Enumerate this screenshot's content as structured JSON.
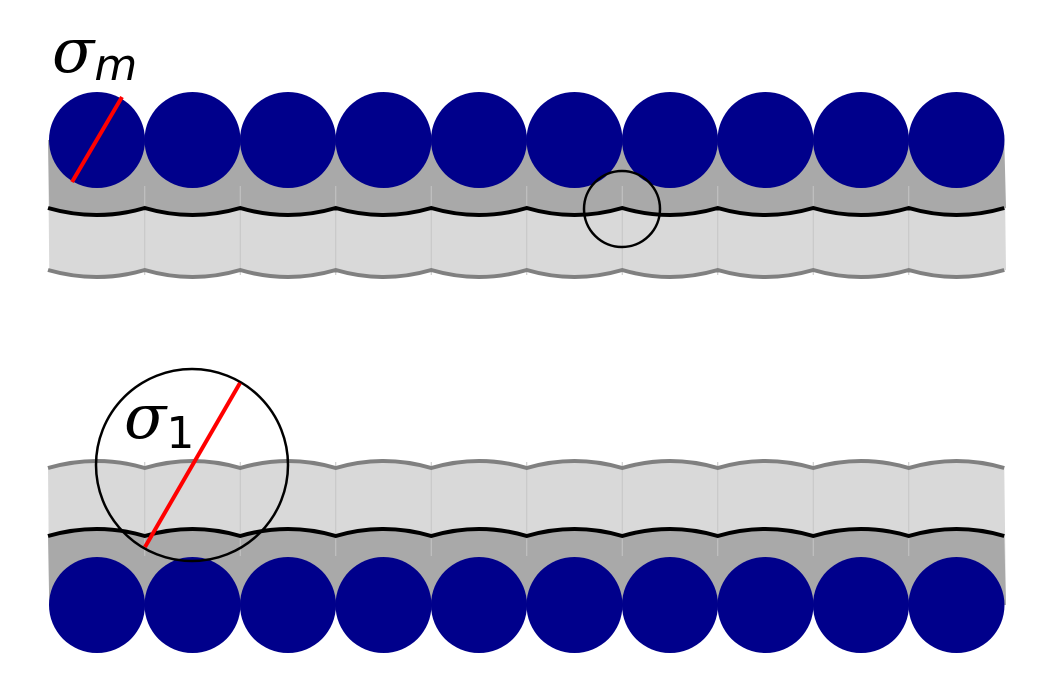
{
  "labels": {
    "sigma_m": {
      "symbol": "σ",
      "subscript": "m"
    },
    "sigma_1": {
      "symbol": "σ",
      "subscript": "1"
    }
  },
  "wall_count": 10,
  "colors": {
    "bead": "#00008b",
    "inner_shell": "#a9a9a9",
    "outer_shell": "#d9d9d9",
    "contour_inner": "#000000",
    "contour_outer": "#808080",
    "diameter_line": "#ff0000",
    "probe_outline": "#000000"
  }
}
